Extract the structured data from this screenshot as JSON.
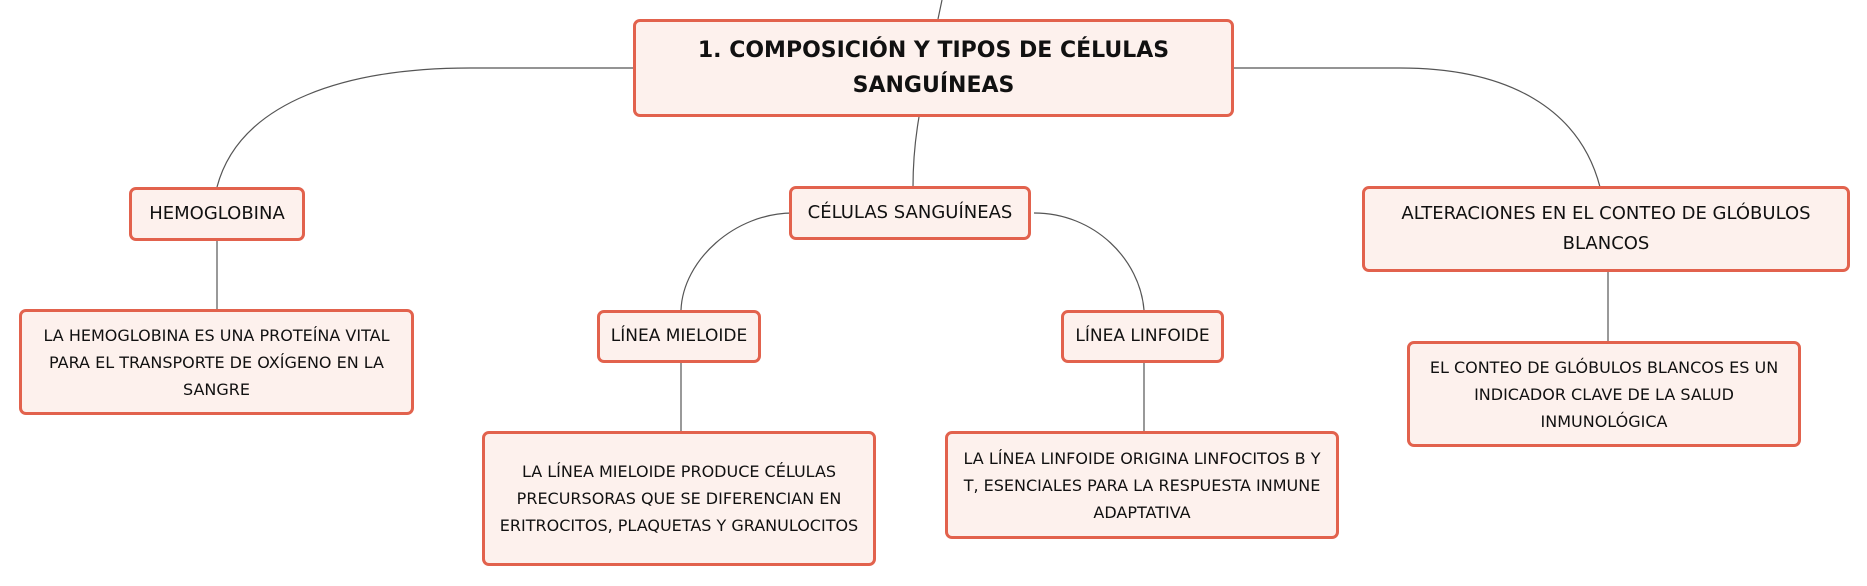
{
  "diagram": {
    "root": {
      "label": "1. COMPOSICIÓN Y TIPOS DE CÉLULAS SANGUÍNEAS"
    },
    "branches": [
      {
        "label": "HEMOGLOBINA",
        "detail": "LA HEMOGLOBINA ES UNA PROTEÍNA VITAL PARA EL TRANSPORTE DE OXÍGENO EN LA SANGRE"
      },
      {
        "label": "CÉLULAS SANGUÍNEAS",
        "children": [
          {
            "label": "LÍNEA MIELOIDE",
            "detail": "LA LÍNEA MIELOIDE PRODUCE CÉLULAS PRECURSORAS QUE SE DIFERENCIAN EN ERITROCITOS, PLAQUETAS Y GRANULOCITOS"
          },
          {
            "label": "LÍNEA LINFOIDE",
            "detail": "LA LÍNEA LINFOIDE ORIGINA LINFOCITOS B Y T, ESENCIALES PARA LA RESPUESTA INMUNE ADAPTATIVA"
          }
        ]
      },
      {
        "label": "ALTERACIONES EN EL CONTEO DE GLÓBULOS BLANCOS",
        "detail": "EL CONTEO DE GLÓBULOS BLANCOS ES UN INDICADOR CLAVE DE LA SALUD INMUNOLÓGICA"
      }
    ]
  },
  "colors": {
    "node_fill": "#fdf1ed",
    "node_border": "#e2624d",
    "connector": "#555555",
    "text": "#111111"
  }
}
